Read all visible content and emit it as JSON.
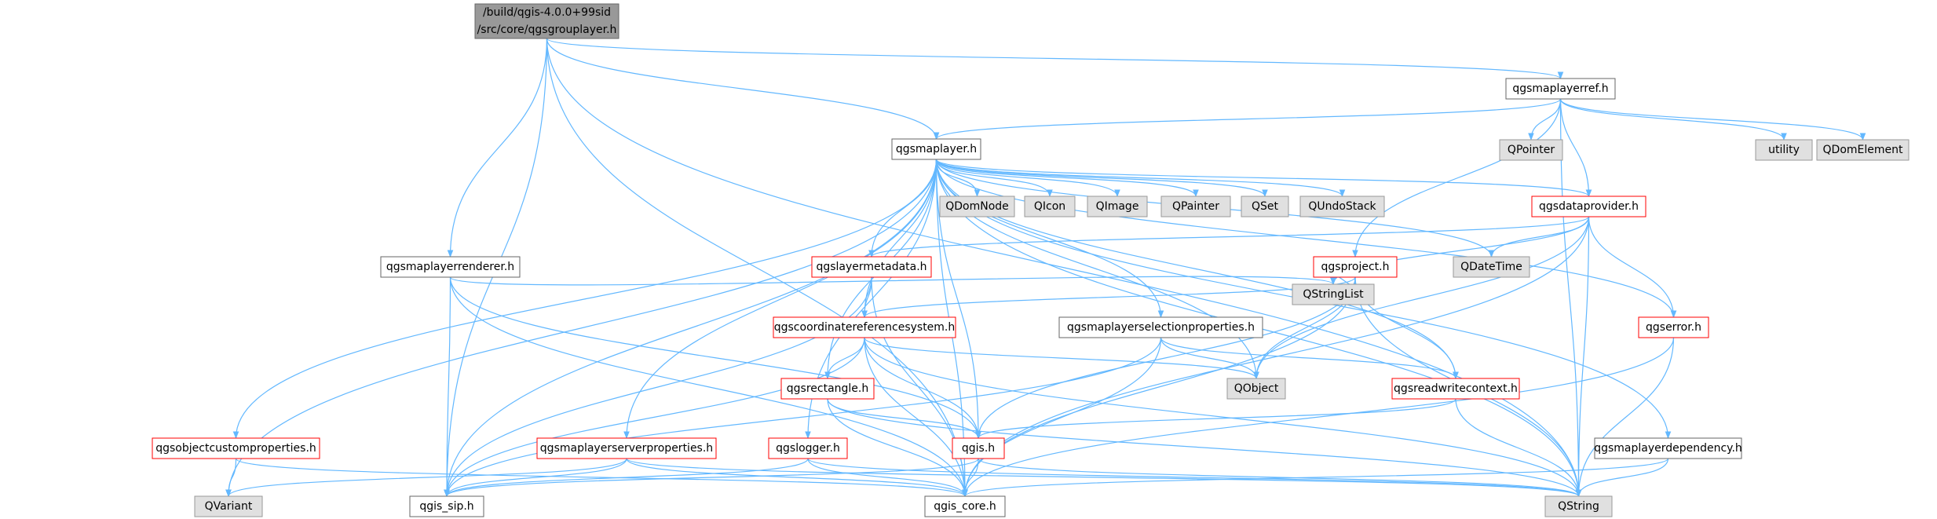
{
  "colors": {
    "edge": "#63b8ff",
    "root_fill": "#999999",
    "root_border": "#666666",
    "file_border": "#666666",
    "incomplete_border": "#ff0000",
    "external_fill": "#e0e0e0",
    "external_border": "#999999"
  },
  "nodes": {
    "root": {
      "lines": [
        "/build/qgis-4.0.0+99sid",
        "/src/core/qgsgrouplayer.h"
      ],
      "kind": "root"
    },
    "maplayerref": {
      "lines": [
        "qgsmaplayerref.h"
      ],
      "kind": "file"
    },
    "maplayer": {
      "lines": [
        "qgsmaplayer.h"
      ],
      "kind": "file"
    },
    "qpointer": {
      "lines": [
        "QPointer"
      ],
      "kind": "grey"
    },
    "utility": {
      "lines": [
        "utility"
      ],
      "kind": "grey"
    },
    "qdomelement": {
      "lines": [
        "QDomElement"
      ],
      "kind": "grey"
    },
    "qdomnode": {
      "lines": [
        "QDomNode"
      ],
      "kind": "grey"
    },
    "qicon": {
      "lines": [
        "QIcon"
      ],
      "kind": "grey"
    },
    "qimage": {
      "lines": [
        "QImage"
      ],
      "kind": "grey"
    },
    "qpainter": {
      "lines": [
        "QPainter"
      ],
      "kind": "grey"
    },
    "qset": {
      "lines": [
        "QSet"
      ],
      "kind": "grey"
    },
    "qundostack": {
      "lines": [
        "QUndoStack"
      ],
      "kind": "grey"
    },
    "dataprovider": {
      "lines": [
        "qgsdataprovider.h"
      ],
      "kind": "red"
    },
    "maplayerrenderer": {
      "lines": [
        "qgsmaplayerrenderer.h"
      ],
      "kind": "file"
    },
    "layermetadata": {
      "lines": [
        "qgslayermetadata.h"
      ],
      "kind": "red"
    },
    "project": {
      "lines": [
        "qgsproject.h"
      ],
      "kind": "red"
    },
    "qdatetime": {
      "lines": [
        "QDateTime"
      ],
      "kind": "grey"
    },
    "qstringlist": {
      "lines": [
        "QStringList"
      ],
      "kind": "grey"
    },
    "crs": {
      "lines": [
        "qgscoordinatereferencesystem.h"
      ],
      "kind": "red"
    },
    "selectionprops": {
      "lines": [
        "qgsmaplayerselectionproperties.h"
      ],
      "kind": "file"
    },
    "error": {
      "lines": [
        "qgserror.h"
      ],
      "kind": "red"
    },
    "rectangle": {
      "lines": [
        "qgsrectangle.h"
      ],
      "kind": "red"
    },
    "qobject": {
      "lines": [
        "QObject"
      ],
      "kind": "grey"
    },
    "readwritecontext": {
      "lines": [
        "qgsreadwritecontext.h"
      ],
      "kind": "red"
    },
    "objcustomprops": {
      "lines": [
        "qgsobjectcustomproperties.h"
      ],
      "kind": "red"
    },
    "serverprops": {
      "lines": [
        "qgsmaplayerserverproperties.h"
      ],
      "kind": "red"
    },
    "logger": {
      "lines": [
        "qgslogger.h"
      ],
      "kind": "red"
    },
    "qgis": {
      "lines": [
        "qgis.h"
      ],
      "kind": "red"
    },
    "maplayerdependency": {
      "lines": [
        "qgsmaplayerdependency.h"
      ],
      "kind": "file"
    },
    "qvariant": {
      "lines": [
        "QVariant"
      ],
      "kind": "grey"
    },
    "qgis_sip": {
      "lines": [
        "qgis_sip.h"
      ],
      "kind": "file"
    },
    "qgis_core": {
      "lines": [
        "qgis_core.h"
      ],
      "kind": "file"
    },
    "qstring": {
      "lines": [
        "QString"
      ],
      "kind": "grey"
    }
  },
  "edges": [
    [
      "root",
      "maplayerref"
    ],
    [
      "root",
      "maplayer"
    ],
    [
      "root",
      "maplayerrenderer"
    ],
    [
      "root",
      "qgis_sip"
    ],
    [
      "root",
      "qgis_core"
    ],
    [
      "root",
      "qstring"
    ],
    [
      "maplayerref",
      "maplayer"
    ],
    [
      "maplayerref",
      "qpointer"
    ],
    [
      "maplayerref",
      "utility"
    ],
    [
      "maplayerref",
      "qdomelement"
    ],
    [
      "maplayerref",
      "dataprovider"
    ],
    [
      "maplayerref",
      "project"
    ],
    [
      "maplayerref",
      "qstring"
    ],
    [
      "maplayer",
      "qdomnode"
    ],
    [
      "maplayer",
      "qicon"
    ],
    [
      "maplayer",
      "qimage"
    ],
    [
      "maplayer",
      "qpainter"
    ],
    [
      "maplayer",
      "qset"
    ],
    [
      "maplayer",
      "qundostack"
    ],
    [
      "maplayer",
      "dataprovider"
    ],
    [
      "maplayer",
      "qdatetime"
    ],
    [
      "maplayer",
      "layermetadata"
    ],
    [
      "maplayer",
      "crs"
    ],
    [
      "maplayer",
      "selectionprops"
    ],
    [
      "maplayer",
      "error"
    ],
    [
      "maplayer",
      "rectangle"
    ],
    [
      "maplayer",
      "qobject"
    ],
    [
      "maplayer",
      "readwritecontext"
    ],
    [
      "maplayer",
      "objcustomprops"
    ],
    [
      "maplayer",
      "serverprops"
    ],
    [
      "maplayer",
      "logger"
    ],
    [
      "maplayer",
      "qgis"
    ],
    [
      "maplayer",
      "maplayerdependency"
    ],
    [
      "maplayer",
      "qvariant"
    ],
    [
      "maplayer",
      "qgis_sip"
    ],
    [
      "maplayer",
      "qgis_core"
    ],
    [
      "maplayer",
      "qstring"
    ],
    [
      "dataprovider",
      "layermetadata"
    ],
    [
      "dataprovider",
      "qdatetime"
    ],
    [
      "dataprovider",
      "qstringlist"
    ],
    [
      "dataprovider",
      "error"
    ],
    [
      "dataprovider",
      "qobject"
    ],
    [
      "dataprovider",
      "qgis_core"
    ],
    [
      "dataprovider",
      "qstring"
    ],
    [
      "maplayerrenderer",
      "qstringlist"
    ],
    [
      "maplayerrenderer",
      "qgis"
    ],
    [
      "maplayerrenderer",
      "qgis_sip"
    ],
    [
      "maplayerrenderer",
      "qgis_core"
    ],
    [
      "layermetadata",
      "crs"
    ],
    [
      "layermetadata",
      "qgis_sip"
    ],
    [
      "layermetadata",
      "qgis_core"
    ],
    [
      "project",
      "qstringlist"
    ],
    [
      "project",
      "crs"
    ],
    [
      "project",
      "qobject"
    ],
    [
      "project",
      "readwritecontext"
    ],
    [
      "project",
      "qgis"
    ],
    [
      "project",
      "qgis_core"
    ],
    [
      "project",
      "qstring"
    ],
    [
      "crs",
      "rectangle"
    ],
    [
      "crs",
      "qobject"
    ],
    [
      "crs",
      "qgis"
    ],
    [
      "crs",
      "qgis_sip"
    ],
    [
      "crs",
      "qgis_core"
    ],
    [
      "crs",
      "qstring"
    ],
    [
      "selectionprops",
      "qobject"
    ],
    [
      "selectionprops",
      "readwritecontext"
    ],
    [
      "selectionprops",
      "qgis_sip"
    ],
    [
      "selectionprops",
      "qgis_core"
    ],
    [
      "error",
      "qgis_core"
    ],
    [
      "error",
      "qstring"
    ],
    [
      "rectangle",
      "qgis"
    ],
    [
      "rectangle",
      "qgis_core"
    ],
    [
      "rectangle",
      "qstring"
    ],
    [
      "readwritecontext",
      "qgis"
    ],
    [
      "readwritecontext",
      "qstring"
    ],
    [
      "objcustomprops",
      "qvariant"
    ],
    [
      "objcustomprops",
      "qgis_core"
    ],
    [
      "serverprops",
      "qvariant"
    ],
    [
      "serverprops",
      "qgis_sip"
    ],
    [
      "serverprops",
      "qgis_core"
    ],
    [
      "serverprops",
      "qstring"
    ],
    [
      "logger",
      "qgis_sip"
    ],
    [
      "logger",
      "qgis_core"
    ],
    [
      "logger",
      "qstring"
    ],
    [
      "qgis",
      "qgis_sip"
    ],
    [
      "qgis",
      "qgis_core"
    ],
    [
      "qgis",
      "qstring"
    ],
    [
      "maplayerdependency",
      "qgis_core"
    ],
    [
      "maplayerdependency",
      "qstring"
    ]
  ]
}
